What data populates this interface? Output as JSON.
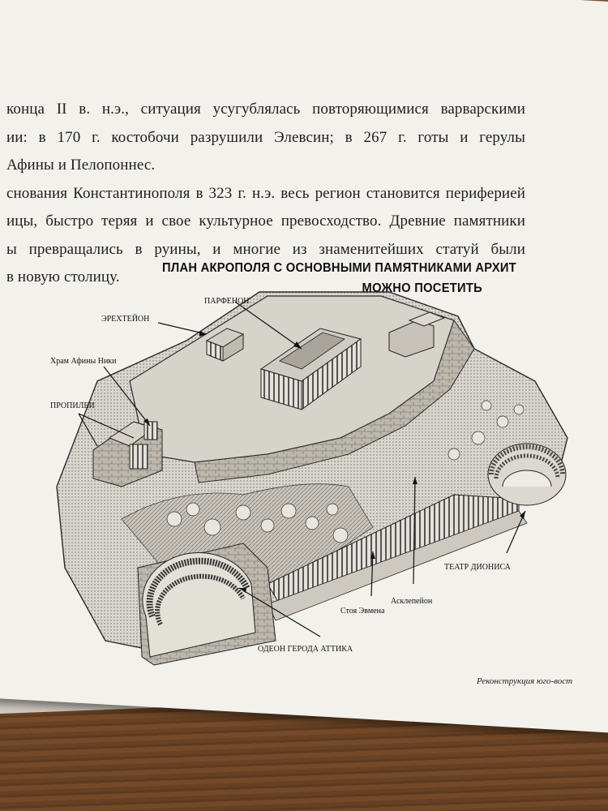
{
  "paragraph": {
    "lines": [
      "конца II в. н.э., ситуация усугублялась повторяющимися варварскими",
      "ии: в 170 г. костобочи разрушили Элевсин; в 267 г. готы и герулы",
      "Афины и Пелопоннес.",
      "снования Константинополя в 323 г. н.э. весь регион становится периферией",
      "ицы, быстро теряя и свое культурное превосходство. Древние памятники",
      "ы превращались в руины, и многие из знаменитейших статуй были",
      "в новую столицу."
    ]
  },
  "plan": {
    "title_line1": "ПЛАН АКРОПОЛЯ С ОСНОВНЫМИ ПАМЯТНИКАМИ АРХИТ",
    "title_line2": "МОЖНО ПОСЕТИТЬ",
    "labels": {
      "parthenon": "ПАРФЕНОН",
      "erechtheion": "ЭРЕХТЕЙОН",
      "athena_nike": "Храм Афины Ники",
      "propylaea": "ПРОПИЛЕИ",
      "theatre_dionysus": "ТЕАТР ДИОНИСА",
      "asklepieion": "Асклепейон",
      "stoa_eumenes": "Стоя Эвмена",
      "odeon": "ОДЕОН ГЕРОДА АТТИКА"
    },
    "caption": "Реконструкция юго-вост"
  }
}
